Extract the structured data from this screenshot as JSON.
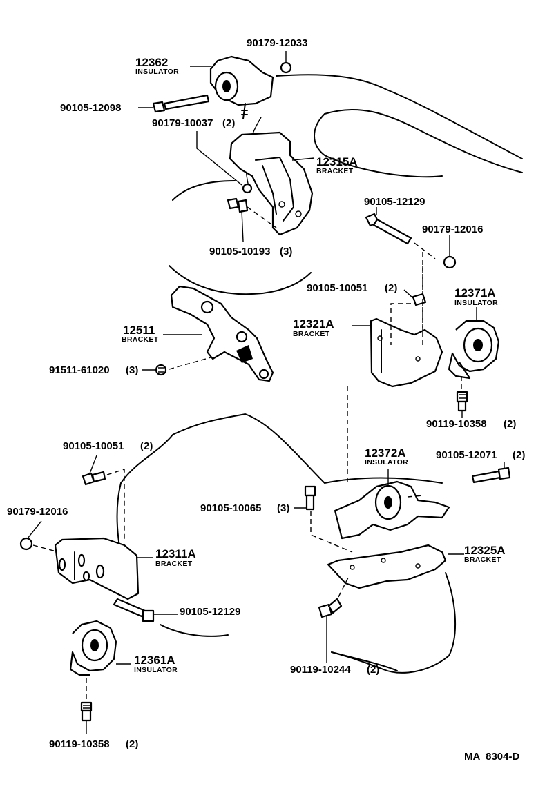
{
  "parts": {
    "p12362": {
      "number": "12362",
      "name": "INSULATOR"
    },
    "p90179_12033": {
      "number": "90179-12033"
    },
    "p90105_12098": {
      "number": "90105-12098"
    },
    "p90179_10037": {
      "number": "90179-10037",
      "qty": "(2)"
    },
    "p12315A": {
      "number": "12315A",
      "name": "BRACKET"
    },
    "p90105_10193": {
      "number": "90105-10193",
      "qty": "(3)"
    },
    "p90105_12129_a": {
      "number": "90105-12129"
    },
    "p90179_12016_a": {
      "number": "90179-12016"
    },
    "p90105_10051_a": {
      "number": "90105-10051",
      "qty": "(2)"
    },
    "p12371A": {
      "number": "12371A",
      "name": "INSULATOR"
    },
    "p12321A": {
      "number": "12321A",
      "name": "BRACKET"
    },
    "p12511": {
      "number": "12511",
      "name": "BRACKET"
    },
    "p91511_61020": {
      "number": "91511-61020",
      "qty": "(3)"
    },
    "p90119_10358_a": {
      "number": "90119-10358",
      "qty": "(2)"
    },
    "p90105_10051_b": {
      "number": "90105-10051",
      "qty": "(2)"
    },
    "p12372A": {
      "number": "12372A",
      "name": "INSULATOR"
    },
    "p90105_12071": {
      "number": "90105-12071",
      "qty": "(2)"
    },
    "p90179_12016_b": {
      "number": "90179-12016"
    },
    "p90105_10065": {
      "number": "90105-10065",
      "qty": "(3)"
    },
    "p12311A": {
      "number": "12311A",
      "name": "BRACKET"
    },
    "p12325A": {
      "number": "12325A",
      "name": "BRACKET"
    },
    "p90105_12129_b": {
      "number": "90105-12129"
    },
    "p12361A": {
      "number": "12361A",
      "name": "INSULATOR"
    },
    "p90119_10244": {
      "number": "90119-10244",
      "qty": "(2)"
    },
    "p90119_10358_b": {
      "number": "90119-10358",
      "qty": "(2)"
    }
  },
  "diagram_code": "MA  8304-D"
}
